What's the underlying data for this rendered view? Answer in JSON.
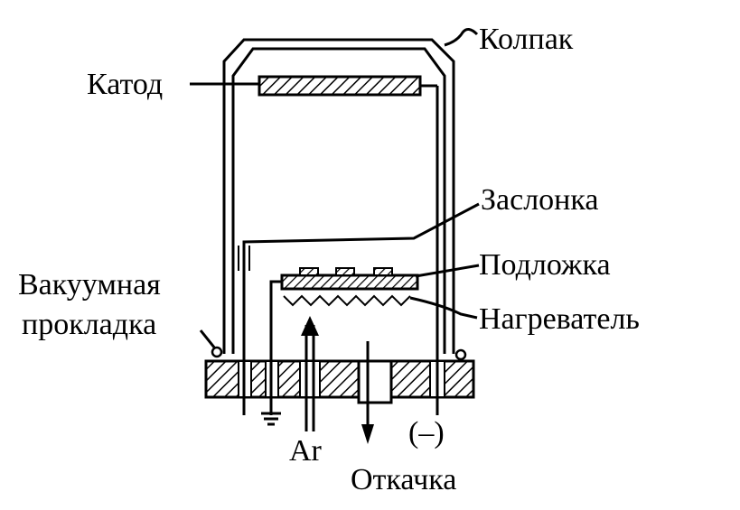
{
  "labels": {
    "cap": "Колпак",
    "cathode": "Катод",
    "shutter": "Заслонка",
    "substrate": "Подложка",
    "gasket_line1": "Вакуумная",
    "gasket_line2": "прокладка",
    "heater": "Нагреватель",
    "gas": "Ar",
    "pumping": "Откачка",
    "cathode_polarity": "(–)"
  },
  "colors": {
    "ink": "#000000",
    "background": "#ffffff"
  }
}
